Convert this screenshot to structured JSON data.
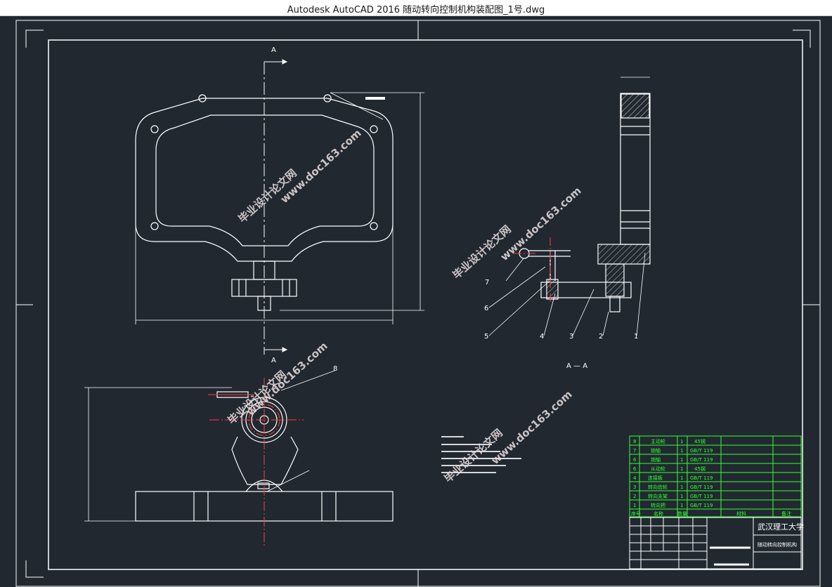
{
  "window": {
    "title": "Autodesk AutoCAD 2016     随动转向控制机构装配图_1号.dwg"
  },
  "drawing": {
    "section_marks": {
      "top": "A",
      "bottom": "A",
      "section_view_label": "A — A"
    },
    "balloon_numbers": [
      "7",
      "6",
      "5",
      "4",
      "3",
      "2",
      "1",
      "8"
    ],
    "watermark": {
      "site_cn": "毕业设计论文网",
      "site_url": "www.doc163.com"
    },
    "colors": {
      "background": "#212830",
      "lines": "#ffffff",
      "centerlines": "#ff3b3b",
      "table": "#35ff35",
      "hatch": "#bfbfbf"
    }
  },
  "bom": {
    "rows": [
      {
        "no": "8",
        "name": "主动轮",
        "qty": "1",
        "material": "45钢"
      },
      {
        "no": "7",
        "name": "销轴",
        "qty": "1",
        "material": "GB/T 119"
      },
      {
        "no": "6",
        "name": "销轴",
        "qty": "1",
        "material": "GB/T 119"
      },
      {
        "no": "6",
        "name": "从动轮",
        "qty": "1",
        "material": "45钢"
      },
      {
        "no": "4",
        "name": "连接板",
        "qty": "1",
        "material": "GB/T 119"
      },
      {
        "no": "3",
        "name": "转向齿轮",
        "qty": "1",
        "material": "GB/T 119"
      },
      {
        "no": "2",
        "name": "转向支架",
        "qty": "1",
        "material": "GB/T 119"
      },
      {
        "no": "1",
        "name": "转向把",
        "qty": "1",
        "material": "GB/T 119"
      }
    ],
    "header": {
      "no": "序号",
      "name": "名称",
      "qty": "数量",
      "material": "材料",
      "remark": "备注"
    }
  },
  "title_block": {
    "school": "武汉理工大学",
    "drawing_name": "随动转向控制机构"
  }
}
